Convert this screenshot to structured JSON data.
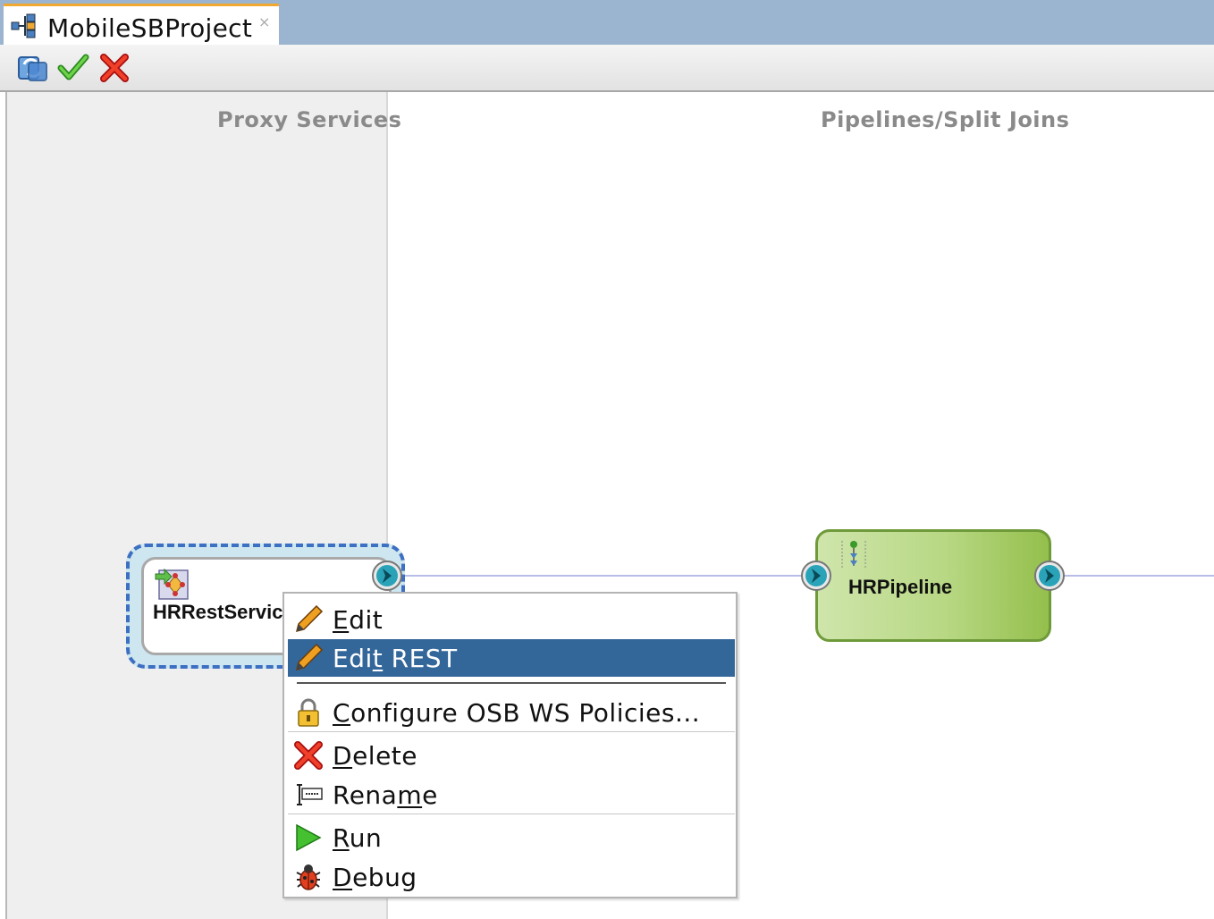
{
  "tab": {
    "title": "MobileSBProject",
    "close": "×"
  },
  "toolbar": {
    "buttons": [
      {
        "name": "refresh-icon"
      },
      {
        "name": "validate-icon"
      },
      {
        "name": "cancel-icon"
      }
    ]
  },
  "lanes": {
    "proxy_title": "Proxy Services",
    "pipelines_title": "Pipelines/Split Joins"
  },
  "nodes": {
    "proxy": {
      "label": "HRRestServic"
    },
    "pipeline": {
      "label": "HRPipeline"
    }
  },
  "context_menu": {
    "items": [
      {
        "pre": "",
        "mn": "E",
        "post": "dit",
        "icon": "pencil-icon"
      },
      {
        "pre": "Edi",
        "mn": "t",
        "post": " REST",
        "icon": "pencil-icon",
        "selected": true
      },
      {
        "pre": "",
        "mn": "C",
        "post": "onfigure OSB WS Policies...",
        "icon": "lock-icon"
      },
      {
        "pre": "",
        "mn": "D",
        "post": "elete",
        "icon": "delete-icon"
      },
      {
        "pre": "Rena",
        "mn": "m",
        "post": "e",
        "icon": "rename-icon"
      },
      {
        "pre": "",
        "mn": "R",
        "post": "un",
        "icon": "run-icon"
      },
      {
        "pre": "",
        "mn": "D",
        "post": "ebug",
        "icon": "debug-icon"
      }
    ]
  },
  "colors": {
    "selection": "#336699",
    "tab_strip": "#9bb4cf",
    "pipeline_fill": "#b8d884",
    "selection_border": "#3d6fc2"
  }
}
